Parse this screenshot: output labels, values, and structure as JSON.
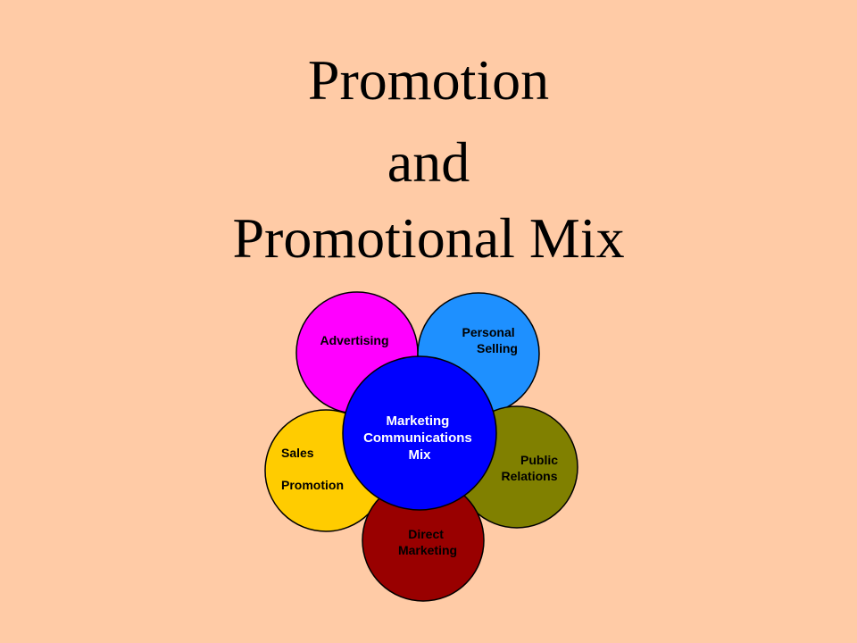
{
  "title": {
    "line1": "Promotion",
    "line2": "and",
    "line3": "Promotional Mix"
  },
  "diagram": {
    "center": {
      "lines": [
        "Marketing",
        "Communications",
        "Mix"
      ],
      "color": "#0000FF"
    },
    "advertising": {
      "lines": [
        "Advertising"
      ],
      "color": "#FF00FF"
    },
    "personal_selling": {
      "lines": [
        "Personal",
        "Selling"
      ],
      "color": "#1E90FF"
    },
    "public_relations": {
      "lines": [
        "Public",
        "Relations"
      ],
      "color": "#808000"
    },
    "direct_marketing": {
      "lines": [
        "Direct",
        "Marketing"
      ],
      "color": "#990000"
    },
    "sales_promotion": {
      "lines": [
        "Sales",
        "Promotion"
      ],
      "color": "#FFCC00"
    }
  },
  "colors": {
    "background": "#FFCBA6",
    "outline": "#000000"
  }
}
